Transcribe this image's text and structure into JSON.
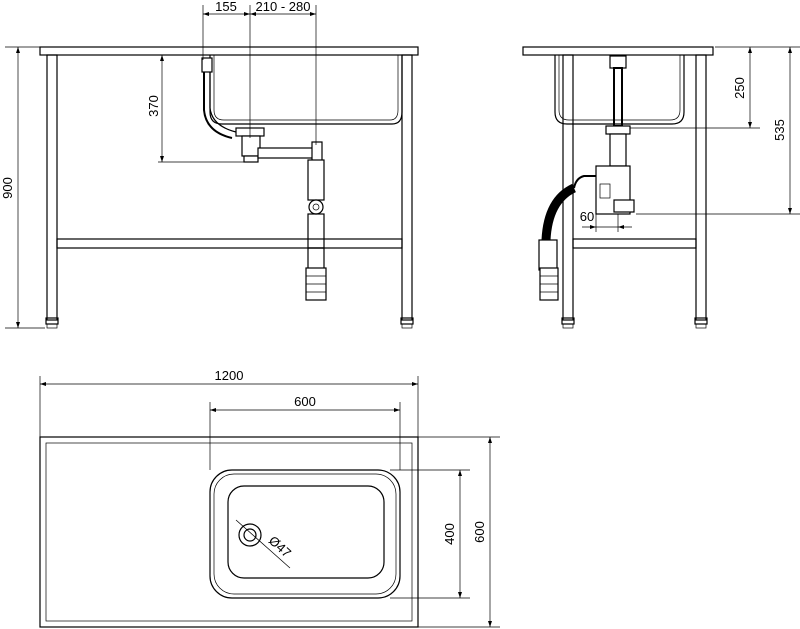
{
  "drawing": {
    "front_view": {
      "dim_drain_offset": "155",
      "dim_drain_range": "210 - 280",
      "dim_drain_height": "370",
      "dim_total_height": "900"
    },
    "side_view": {
      "dim_bowl_depth": "250",
      "dim_outlet_height": "535",
      "dim_siphon_offset": "60"
    },
    "top_view": {
      "dim_total_width": "1200",
      "dim_bowl_width": "600",
      "dim_bowl_depth": "400",
      "dim_total_depth": "600",
      "dim_drain_diameter": "Ø47"
    }
  }
}
